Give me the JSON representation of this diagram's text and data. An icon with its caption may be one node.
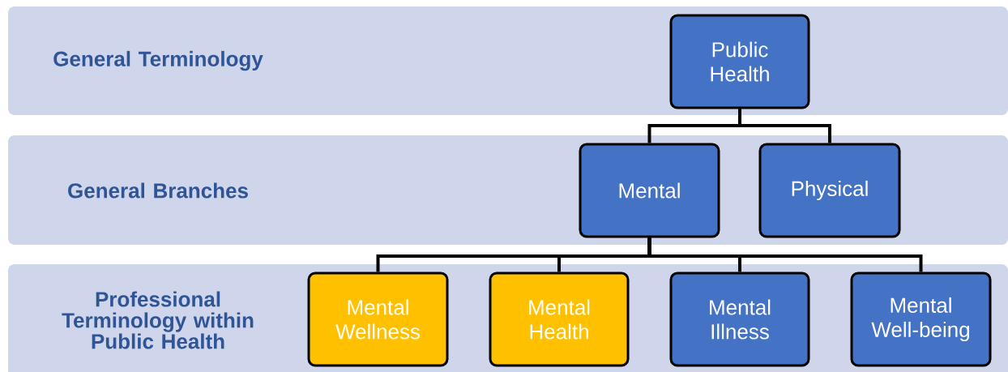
{
  "diagram": {
    "nodes": [
      {
        "text": [
          "General Terminology"
        ]
      },
      {
        "text": [
          "Public Health"
        ],
        "in": 0
      },
      {
        "text": [
          "General Branches"
        ]
      },
      {
        "text": [
          "Mental"
        ],
        "in": 2
      },
      {
        "text": [
          "Physical"
        ],
        "in": 2
      },
      {
        "text": [
          "Professional Terminology within Public Health"
        ]
      },
      {
        "text": [
          "Mental Wellness"
        ],
        "in": 5
      },
      {
        "text": [
          "Mental Health"
        ],
        "in": 5
      },
      {
        "text": [
          "Mental Illness"
        ],
        "in": 5
      },
      {
        "text": [
          "Mental Well-being"
        ],
        "in": 5
      }
    ],
    "edges": [
      {
        "from": 1,
        "to": 3,
        "arrow": "none"
      },
      {
        "from": 1,
        "to": 4,
        "arrow": "none"
      },
      {
        "from": 3,
        "to": 6,
        "arrow": "none"
      },
      {
        "from": 3,
        "to": 7,
        "arrow": "none"
      },
      {
        "from": 3,
        "to": 8,
        "arrow": "none"
      },
      {
        "from": 3,
        "to": 9,
        "arrow": "none"
      }
    ]
  }
}
